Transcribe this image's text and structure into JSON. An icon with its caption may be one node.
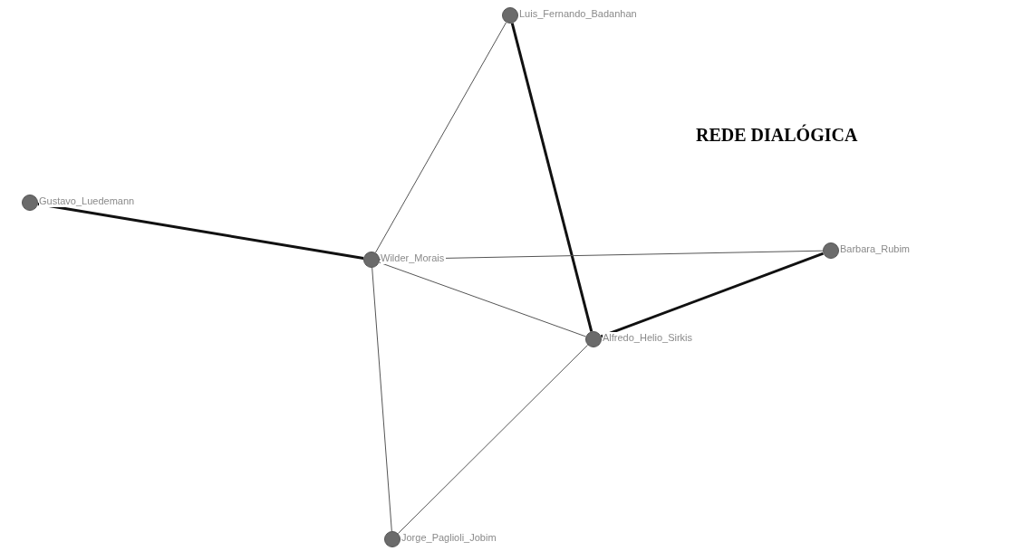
{
  "diagram": {
    "title": "REDE DIALÓGICA",
    "nodes": [
      {
        "text": [],
        "shape": "circle",
        "beside": [
          "Luis_Fernando_Badanhan"
        ]
      },
      {
        "text": [],
        "shape": "circle",
        "beside": [
          "Gustavo_Luedemann"
        ]
      },
      {
        "text": [],
        "shape": "circle",
        "beside": [
          "Wilder_Morais"
        ]
      },
      {
        "text": [],
        "shape": "circle",
        "beside": [
          "Barbara_Rubim"
        ]
      },
      {
        "text": [],
        "shape": "circle",
        "beside": [
          "Alfredo_Helio_Sirkis"
        ]
      },
      {
        "text": [],
        "shape": "circle",
        "beside": [
          "Jorge_Paglioli_Jobim"
        ]
      }
    ],
    "edges": [
      {
        "from": 0,
        "to": 2,
        "arrow": "none"
      },
      {
        "from": 0,
        "to": 4,
        "arrow": "none",
        "style": "thick"
      },
      {
        "from": 1,
        "to": 2,
        "arrow": "none",
        "style": "thick"
      },
      {
        "from": 2,
        "to": 3,
        "arrow": "none"
      },
      {
        "from": 2,
        "to": 4,
        "arrow": "none"
      },
      {
        "from": 2,
        "to": 5,
        "arrow": "none"
      },
      {
        "from": 4,
        "to": 3,
        "arrow": "none",
        "style": "thick"
      },
      {
        "from": 4,
        "to": 5,
        "arrow": "none"
      }
    ]
  }
}
